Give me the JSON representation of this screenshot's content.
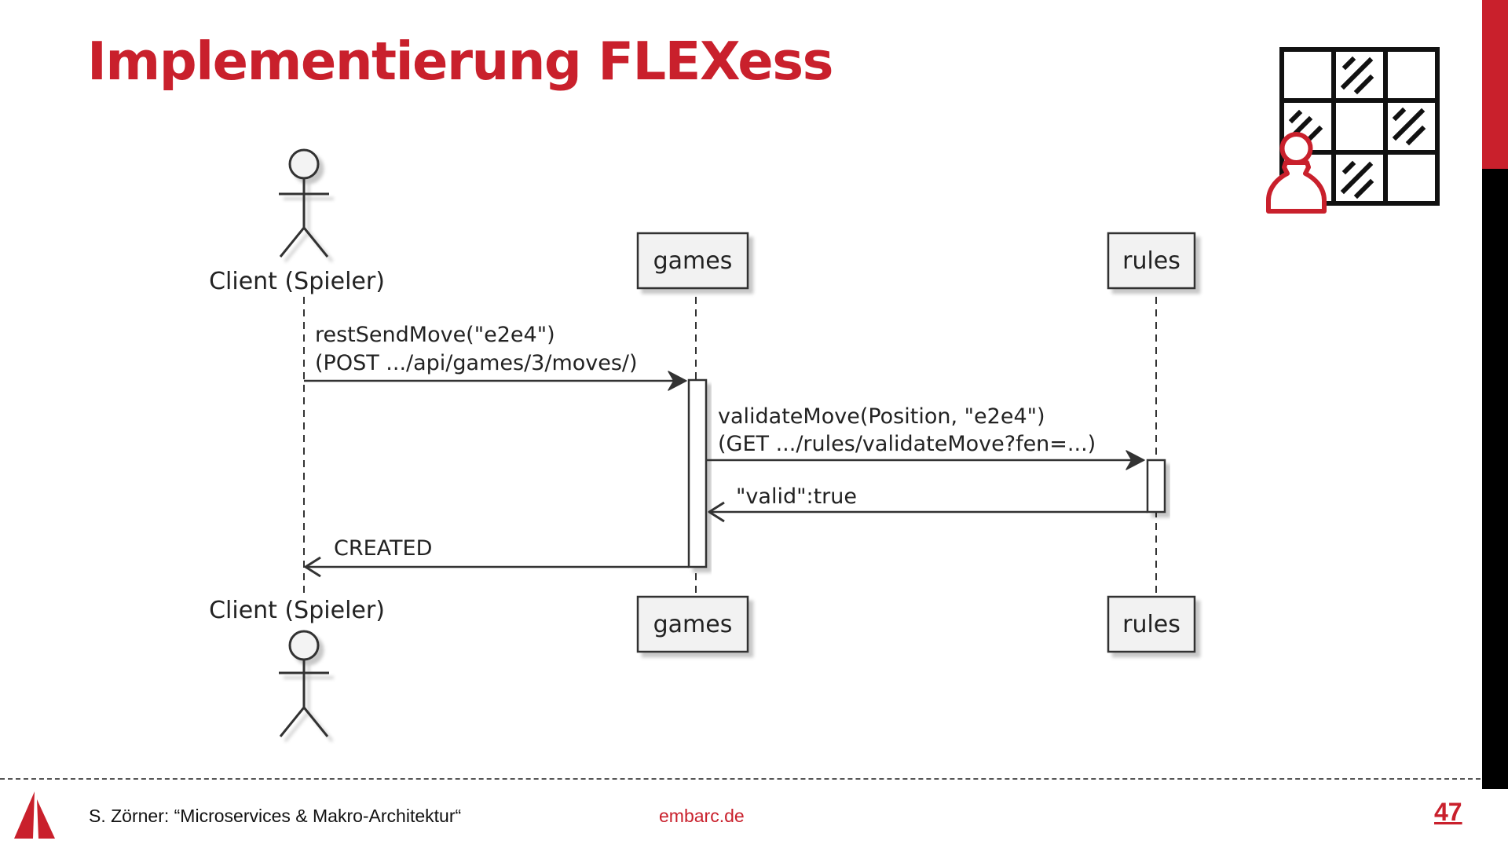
{
  "slide": {
    "title": "Implementierung FLEXess"
  },
  "diagram": {
    "type": "sequence",
    "participants": [
      {
        "id": "client",
        "label": "Client (Spieler)",
        "kind": "actor"
      },
      {
        "id": "games",
        "label": "games",
        "kind": "participant"
      },
      {
        "id": "rules",
        "label": "rules",
        "kind": "participant"
      }
    ],
    "messages": [
      {
        "from": "client",
        "to": "games",
        "line1": "restSendMove(\"e2e4\")",
        "line2": "(POST .../api/games/3/moves/)",
        "kind": "call"
      },
      {
        "from": "games",
        "to": "rules",
        "line1": "validateMove(Position, \"e2e4\")",
        "line2": "(GET .../rules/validateMove?fen=...)",
        "kind": "call"
      },
      {
        "from": "rules",
        "to": "games",
        "line1": "\"valid\":true",
        "kind": "return"
      },
      {
        "from": "games",
        "to": "client",
        "line1": "CREATED",
        "kind": "return"
      }
    ]
  },
  "logo": {
    "icon": "chess-board-pawn-icon",
    "accent": "#c9202c"
  },
  "footer": {
    "author": "S. Zörner: “Microservices & Makro-Architektur“",
    "site": "embarc.de",
    "page": "47",
    "logo_icon": "embarc-sail-logo-icon"
  },
  "colors": {
    "accent": "#c9202c",
    "text": "#222222"
  }
}
